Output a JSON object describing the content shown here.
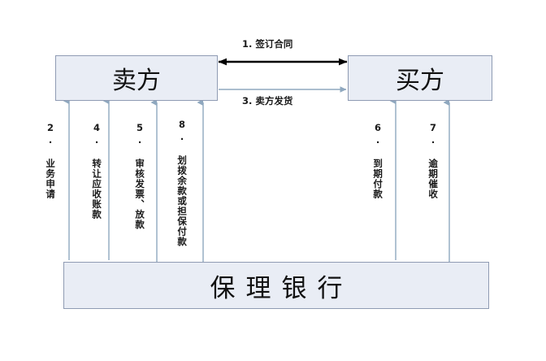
{
  "diagram": {
    "title_text": "",
    "colors": {
      "node_fill": "#e9edf5",
      "node_border": "#8f9bb3",
      "thin_arrow": "#8fa8bf",
      "thick_arrow": "#000000",
      "background": "#ffffff"
    },
    "nodes": [
      {
        "id": "seller",
        "label": "卖方"
      },
      {
        "id": "buyer",
        "label": "买方"
      },
      {
        "id": "bank",
        "label": "保理银行"
      }
    ],
    "steps": [
      {
        "num": "1",
        "label": "1. 签订合同",
        "from": "buyer",
        "to": "seller",
        "style": "thick-double"
      },
      {
        "num": "2",
        "label": "2. 业务申请",
        "from": "seller",
        "to": "bank",
        "style": "thin-down"
      },
      {
        "num": "3",
        "label": "3. 卖方发货",
        "from": "seller",
        "to": "buyer",
        "style": "thin-right"
      },
      {
        "num": "4",
        "label": "4. 转让应收账款",
        "from": "seller",
        "to": "bank",
        "style": "thin-down"
      },
      {
        "num": "5",
        "label": "5. 审核发票、放款",
        "from": "bank",
        "to": "seller",
        "style": "thin-up"
      },
      {
        "num": "6",
        "label": "6. 到期付款",
        "from": "buyer",
        "to": "bank",
        "style": "thin-down"
      },
      {
        "num": "7",
        "label": "7. 逾期催收",
        "from": "bank",
        "to": "buyer",
        "style": "thin-up"
      },
      {
        "num": "8",
        "label": "8. 划拨余款或担保付款",
        "from": "bank",
        "to": "seller",
        "style": "thin-up"
      }
    ]
  }
}
